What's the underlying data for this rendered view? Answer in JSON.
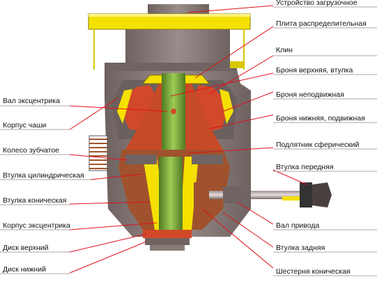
{
  "labels_right": [
    "Устройство загрузочное",
    "Плита распределительная",
    "Клин",
    "Броня верхняя, втулка",
    "Броня неподвижная",
    "Броня нижняя, подвижная",
    "Подлятник сферический",
    "Втулка передняя",
    "Вал привода",
    "Втулка задняя",
    "Шестерня коническая"
  ],
  "labels_left": [
    "Вал эксцентрика",
    "Корпус чаши",
    "Колесо зубчатое",
    "Втулка цилиндрическая",
    "Втулка коническая",
    "Корпус эксцентрика",
    "Диск верхний",
    "Диск нижний"
  ],
  "colors": {
    "leader": "#e0101a",
    "body_gray": "#8a7a78",
    "dark_gray": "#5e5452",
    "shaft_green": "#7fae3a",
    "yellow": "#f5e000",
    "brown": "#a0522d",
    "red_part": "#d2492a"
  }
}
